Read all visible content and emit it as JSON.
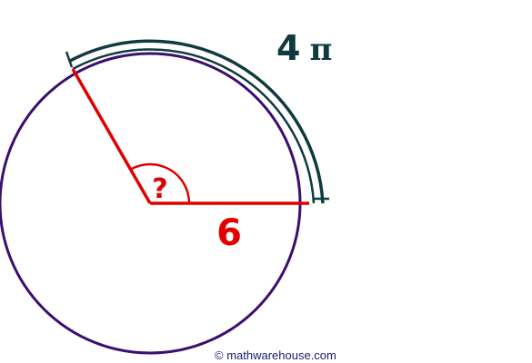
{
  "diagram": {
    "arc_length_coefficient": "4",
    "arc_length_symbol": "π",
    "radius_label": "6",
    "angle_label": "?",
    "credit": "©  mathwarehouse.com"
  },
  "colors": {
    "circle": "#3a0f6e",
    "radius": "#e00000",
    "arc_bracket": "#0f3a3f",
    "arc_label": "#0f3a3f",
    "credit": "#1a1a6e"
  }
}
